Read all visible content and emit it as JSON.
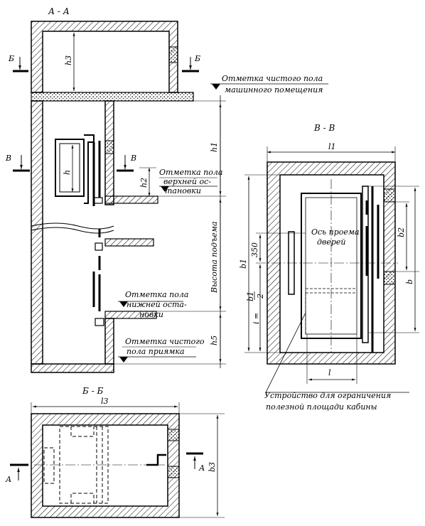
{
  "sections": {
    "aa": {
      "title": "А - А"
    },
    "vv": {
      "title": "В - В"
    },
    "bb": {
      "title": "Б - Б"
    }
  },
  "cut_marks": {
    "b_left": "Б",
    "b_right": "Б",
    "v_left": "В",
    "v_right": "В",
    "a_left": "А",
    "a_right": "А"
  },
  "notes": {
    "machine_room_floor_line1": "Отметка чистого пола",
    "machine_room_floor_line2": "машинного помещения",
    "upper_stop_line1": "Отметка пола",
    "upper_stop_line2": "верхней ос-",
    "upper_stop_line3": "тановки",
    "lower_stop_line1": "Отметка пола",
    "lower_stop_line2": "нижней оста-",
    "lower_stop_line3": "новки",
    "pit_floor_line1": "Отметка чистого",
    "pit_floor_line2": "пола приямка",
    "travel_height": "Высота подъема",
    "door_axis_line1": "Ось проема",
    "door_axis_line2": "дверей",
    "limiter_line1": "Устройство для ограничения",
    "limiter_line2": "полезной площади кабины"
  },
  "dimensions": {
    "h3": "h3",
    "h1": "h1",
    "h": "h",
    "h2": "h2",
    "h5": "h5",
    "l1": "l1",
    "b1": "b1",
    "b2": "b2",
    "b": "b",
    "dim350": "350",
    "i_eq": "i =",
    "b1_frac_num": "b1",
    "b1_frac_den": "2",
    "l": "l",
    "l3": "l3",
    "b3": "b3"
  }
}
